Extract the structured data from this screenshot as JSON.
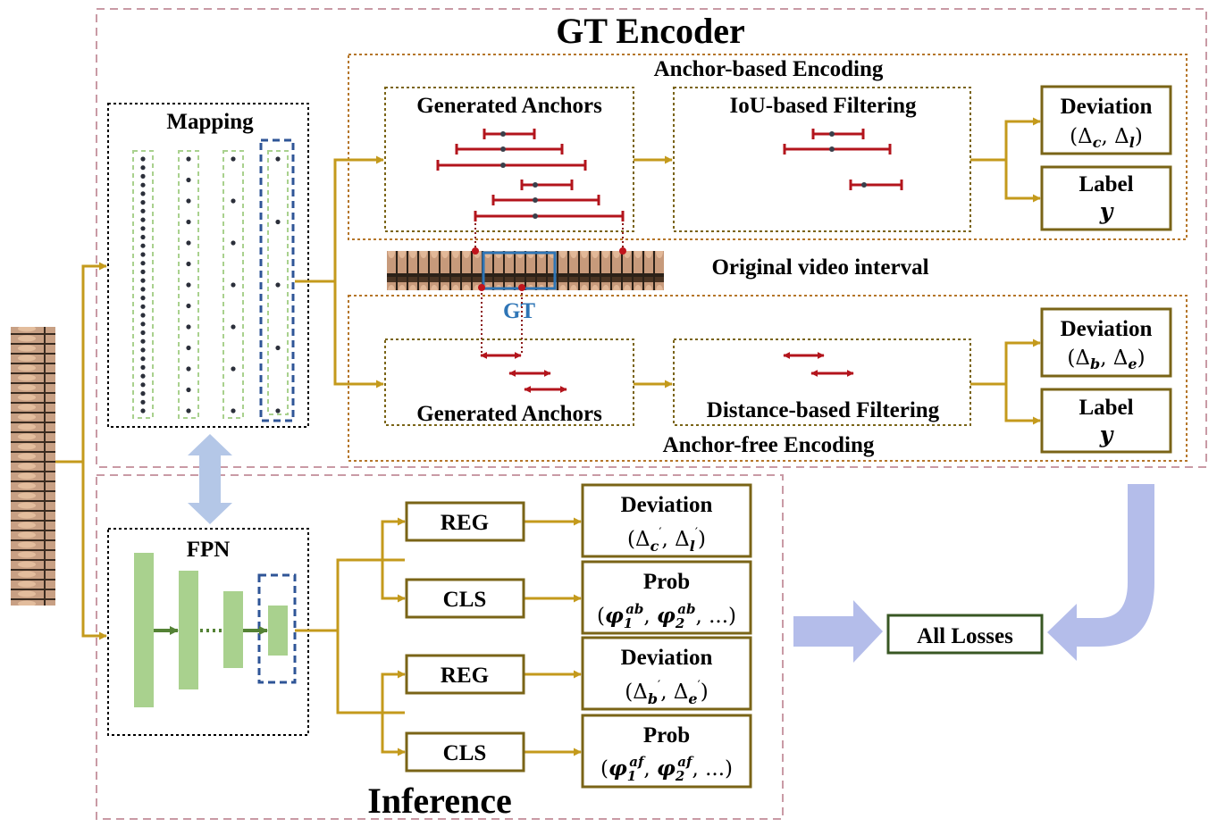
{
  "gt_encoder": {
    "title": "GT Encoder",
    "anchor_based": {
      "title": "Anchor-based Encoding",
      "generated": "Generated Anchors",
      "filter": "IoU-based Filtering",
      "deviation": {
        "label": "Deviation",
        "formula": "(Δc, Δl)"
      },
      "label": {
        "label": "Label",
        "symbol": "y"
      }
    },
    "anchor_free": {
      "title": "Anchor-free Encoding",
      "generated": "Generated Anchors",
      "filter": "Distance-based Filtering",
      "deviation": {
        "label": "Deviation",
        "formula": "(Δb, Δe)"
      },
      "label": {
        "label": "Label",
        "symbol": "y"
      }
    },
    "video_label": "Original video interval",
    "gt_label": "GT"
  },
  "mapping": {
    "title": "Mapping"
  },
  "fpn": {
    "title": "FPN"
  },
  "inference": {
    "title": "Inference",
    "heads": [
      {
        "name": "REG",
        "out_label": "Deviation",
        "out_formula": "(Δ'c, Δ'l)"
      },
      {
        "name": "CLS",
        "out_label": "Prob",
        "out_formula": "(φ1ab, φ2ab, ...)"
      },
      {
        "name": "REG",
        "out_label": "Deviation",
        "out_formula": "(Δ'b, Δ'e)"
      },
      {
        "name": "CLS",
        "out_label": "Prob",
        "out_formula": "(φ1af, φ2af, ...)"
      }
    ]
  },
  "losses": {
    "label": "All Losses"
  },
  "colors": {
    "flow": "#c49a1c",
    "box_border": "#7a6417",
    "region_border": "#c99aa5",
    "anchor_red": "#b3141c",
    "fpn_green": "#a9d18e",
    "dark_green_arrow": "#548235",
    "big_arrow": "#b4bdea",
    "gt_blue": "#2e75b6",
    "mapping_green": "#a9d18e",
    "mapping_navy": "#2f5597",
    "losses_border": "#385723"
  }
}
